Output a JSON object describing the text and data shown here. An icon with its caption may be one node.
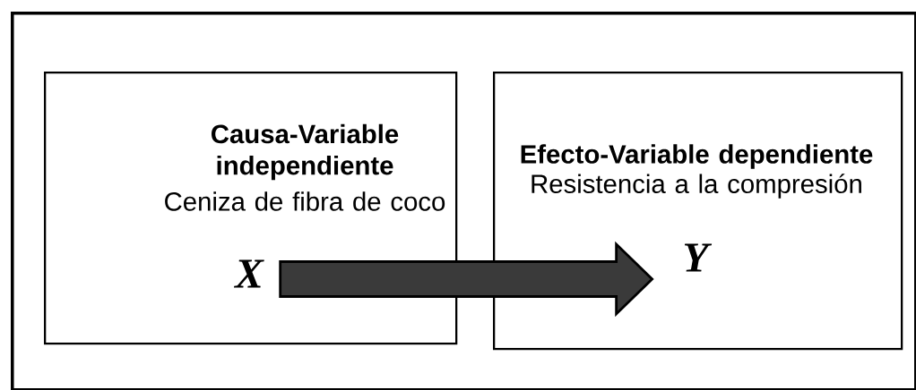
{
  "diagram": {
    "nodes": [
      {
        "text": [],
        "shape": "box"
      },
      {
        "text": [
          "Causa-Variable independiente",
          "Ceniza de fibra de coco"
        ],
        "in": 0
      },
      {
        "text": [
          "Efecto-Variable dependiente",
          "Resistencia a la compresión"
        ],
        "in": 0
      },
      {
        "text": [
          "X"
        ],
        "in": 1
      },
      {
        "text": [
          "Y"
        ],
        "in": 2
      }
    ],
    "edges": [
      {
        "from": 3,
        "to": 4,
        "arrow": "to",
        "style": "thick"
      }
    ]
  }
}
